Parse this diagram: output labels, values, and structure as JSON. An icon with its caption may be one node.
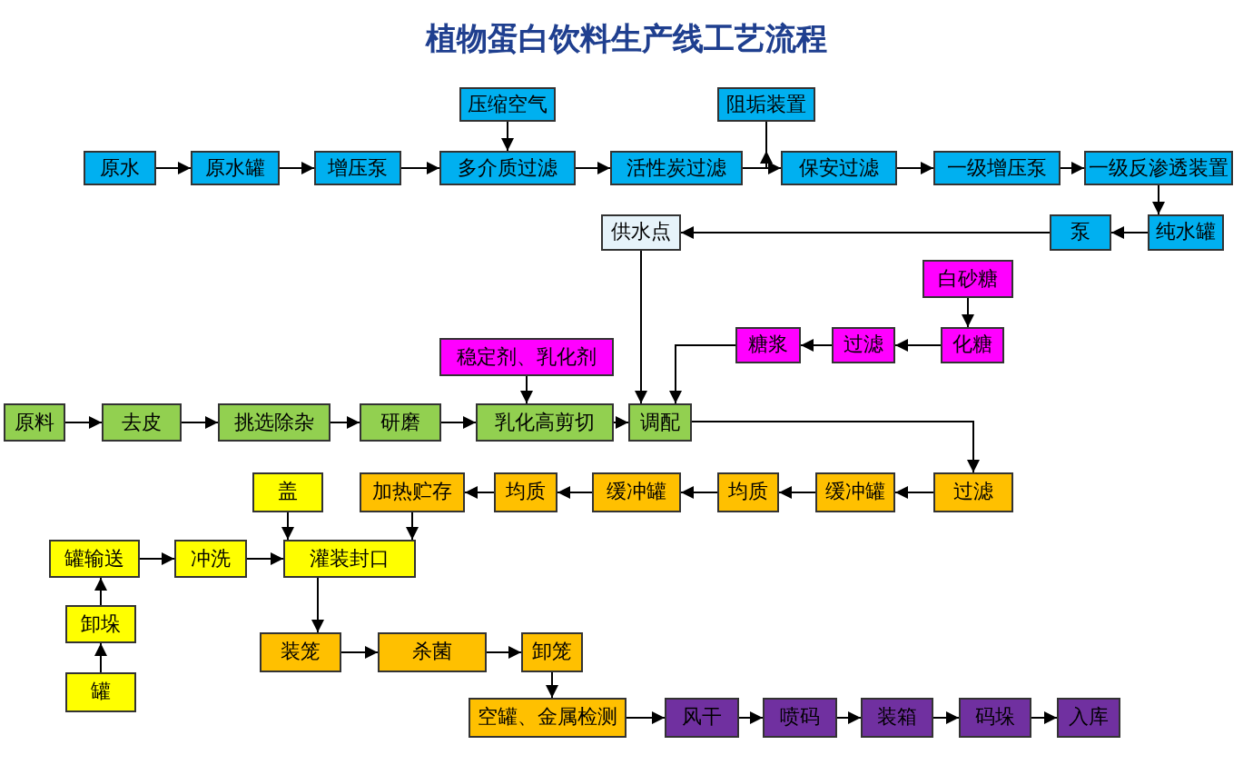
{
  "diagram": {
    "title": "植物蛋白饮料生产线工艺流程",
    "nodes": [
      {
        "text": [
          "原水"
        ]
      },
      {
        "text": [
          "原水罐"
        ]
      },
      {
        "text": [
          "增压泵"
        ]
      },
      {
        "text": [
          "压缩空气"
        ]
      },
      {
        "text": [
          "多介质过滤"
        ]
      },
      {
        "text": [
          "活性炭过滤"
        ]
      },
      {
        "text": [
          "阻垢装置"
        ]
      },
      {
        "text": [
          "保安过滤"
        ]
      },
      {
        "text": [
          "一级增压泵"
        ]
      },
      {
        "text": [
          "一级反渗透装置"
        ]
      },
      {
        "text": [
          "纯水罐"
        ]
      },
      {
        "text": [
          "泵"
        ]
      },
      {
        "text": [
          "供水点"
        ]
      },
      {
        "text": [
          "白砂糖"
        ]
      },
      {
        "text": [
          "化糖"
        ]
      },
      {
        "text": [
          "过滤"
        ]
      },
      {
        "text": [
          "糖浆"
        ]
      },
      {
        "text": [
          "稳定剂、乳化剂"
        ]
      },
      {
        "text": [
          "原料"
        ]
      },
      {
        "text": [
          "去皮"
        ]
      },
      {
        "text": [
          "挑选除杂"
        ]
      },
      {
        "text": [
          "研磨"
        ]
      },
      {
        "text": [
          "乳化高剪切"
        ]
      },
      {
        "text": [
          "调配"
        ]
      },
      {
        "text": [
          "过滤"
        ]
      },
      {
        "text": [
          "缓冲罐"
        ]
      },
      {
        "text": [
          "均质"
        ]
      },
      {
        "text": [
          "缓冲罐"
        ]
      },
      {
        "text": [
          "均质"
        ]
      },
      {
        "text": [
          "加热贮存"
        ]
      },
      {
        "text": [
          "盖"
        ]
      },
      {
        "text": [
          "罐输送"
        ]
      },
      {
        "text": [
          "冲洗"
        ]
      },
      {
        "text": [
          "灌装封口"
        ]
      },
      {
        "text": [
          "卸垛"
        ]
      },
      {
        "text": [
          "罐"
        ]
      },
      {
        "text": [
          "装笼"
        ]
      },
      {
        "text": [
          "杀菌"
        ]
      },
      {
        "text": [
          "卸笼"
        ]
      },
      {
        "text": [
          "空罐、金属检测"
        ]
      },
      {
        "text": [
          "风干"
        ]
      },
      {
        "text": [
          "喷码"
        ]
      },
      {
        "text": [
          "装箱"
        ]
      },
      {
        "text": [
          "码垛"
        ]
      },
      {
        "text": [
          "入库"
        ]
      }
    ],
    "edges": [
      {
        "from": 0,
        "to": 1,
        "arrow": "to"
      },
      {
        "from": 1,
        "to": 2,
        "arrow": "to"
      },
      {
        "from": 2,
        "to": 4,
        "arrow": "to"
      },
      {
        "from": 3,
        "to": 4,
        "arrow": "to"
      },
      {
        "from": 4,
        "to": 5,
        "arrow": "to"
      },
      {
        "from": 5,
        "to": 7,
        "arrow": "to"
      },
      {
        "from": 6,
        "to": 7,
        "arrow": "to"
      },
      {
        "from": 7,
        "to": 8,
        "arrow": "to"
      },
      {
        "from": 8,
        "to": 9,
        "arrow": "to"
      },
      {
        "from": 9,
        "to": 10,
        "arrow": "to"
      },
      {
        "from": 10,
        "to": 11,
        "arrow": "to"
      },
      {
        "from": 11,
        "to": 12,
        "arrow": "to"
      },
      {
        "from": 12,
        "to": 23,
        "arrow": "to"
      },
      {
        "from": 13,
        "to": 14,
        "arrow": "to"
      },
      {
        "from": 14,
        "to": 15,
        "arrow": "to"
      },
      {
        "from": 15,
        "to": 16,
        "arrow": "to"
      },
      {
        "from": 16,
        "to": 23,
        "arrow": "to"
      },
      {
        "from": 17,
        "to": 22,
        "arrow": "to"
      },
      {
        "from": 18,
        "to": 19,
        "arrow": "to"
      },
      {
        "from": 19,
        "to": 20,
        "arrow": "to"
      },
      {
        "from": 20,
        "to": 21,
        "arrow": "to"
      },
      {
        "from": 21,
        "to": 22,
        "arrow": "to"
      },
      {
        "from": 22,
        "to": 23,
        "arrow": "to"
      },
      {
        "from": 23,
        "to": 24,
        "arrow": "to"
      },
      {
        "from": 24,
        "to": 25,
        "arrow": "to"
      },
      {
        "from": 25,
        "to": 26,
        "arrow": "to"
      },
      {
        "from": 26,
        "to": 27,
        "arrow": "to"
      },
      {
        "from": 27,
        "to": 28,
        "arrow": "to"
      },
      {
        "from": 28,
        "to": 29,
        "arrow": "to"
      },
      {
        "from": 29,
        "to": 33,
        "arrow": "to"
      },
      {
        "from": 30,
        "to": 33,
        "arrow": "to"
      },
      {
        "from": 35,
        "to": 34,
        "arrow": "to"
      },
      {
        "from": 34,
        "to": 31,
        "arrow": "to"
      },
      {
        "from": 31,
        "to": 32,
        "arrow": "to"
      },
      {
        "from": 32,
        "to": 33,
        "arrow": "to"
      },
      {
        "from": 33,
        "to": 36,
        "arrow": "to"
      },
      {
        "from": 36,
        "to": 37,
        "arrow": "to"
      },
      {
        "from": 37,
        "to": 38,
        "arrow": "to"
      },
      {
        "from": 38,
        "to": 39,
        "arrow": "to"
      },
      {
        "from": 39,
        "to": 40,
        "arrow": "to"
      },
      {
        "from": 40,
        "to": 41,
        "arrow": "to"
      },
      {
        "from": 41,
        "to": 42,
        "arrow": "to"
      },
      {
        "from": 42,
        "to": 43,
        "arrow": "to"
      },
      {
        "from": 43,
        "to": 44,
        "arrow": "to"
      }
    ]
  }
}
